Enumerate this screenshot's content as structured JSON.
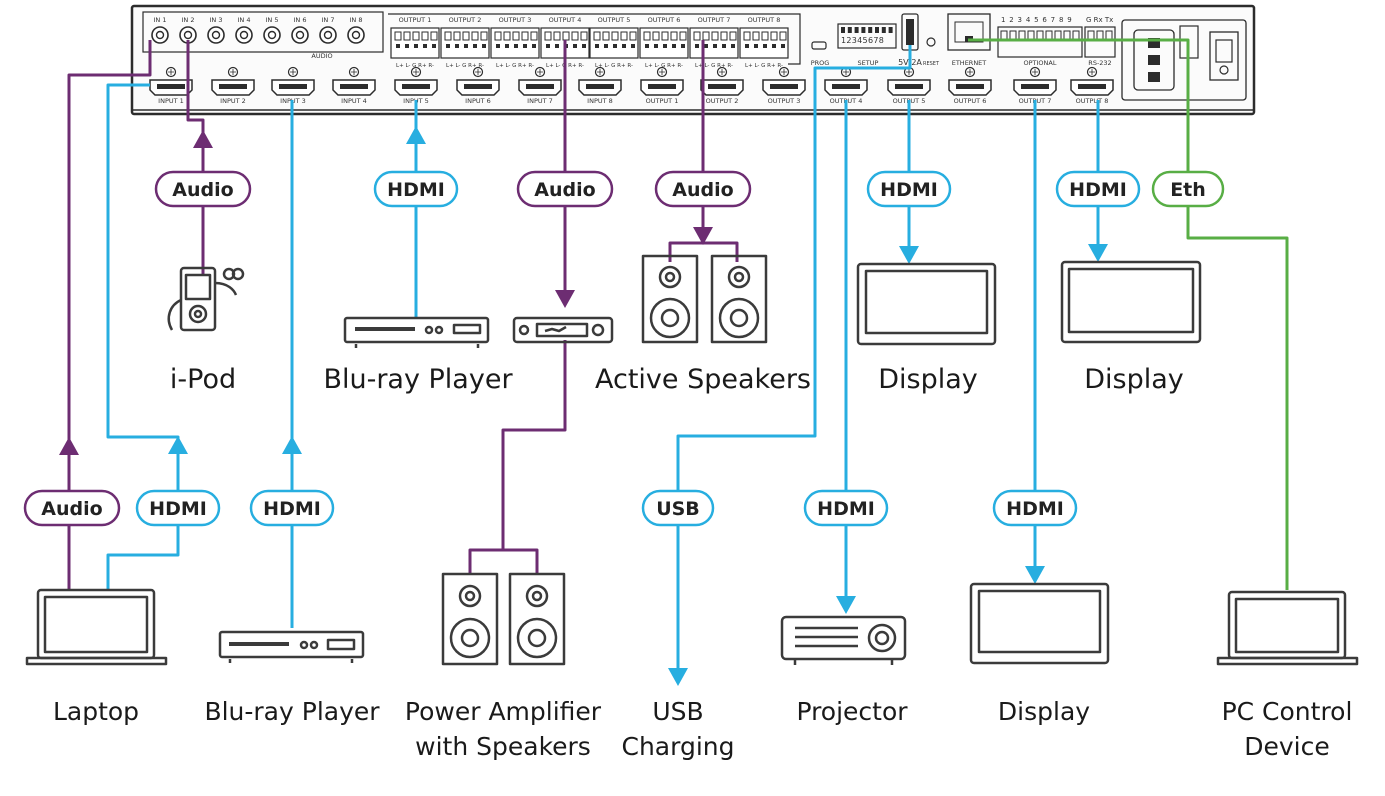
{
  "colors": {
    "audio": "#6d2d72",
    "hdmi": "#27aee0",
    "usb": "#27aee0",
    "eth": "#58ae45",
    "device": "#3b3b3b"
  },
  "panel": {
    "audio_in": [
      "IN 1",
      "IN 2",
      "IN 3",
      "IN 4",
      "IN 5",
      "IN 6",
      "IN 7",
      "IN 8"
    ],
    "audio_group_label": "AUDIO",
    "audio_out": [
      "OUTPUT 1",
      "OUTPUT 2",
      "OUTPUT 3",
      "OUTPUT 4",
      "OUTPUT 5",
      "OUTPUT 6",
      "OUTPUT 7",
      "OUTPUT 8"
    ],
    "terminal_pins": "L+ L- G R+ R-",
    "hdmi_ports": [
      "INPUT 1",
      "INPUT 2",
      "INPUT 3",
      "INPUT 4",
      "INPUT 5",
      "INPUT 6",
      "INPUT 7",
      "INPUT 8",
      "OUTPUT 1",
      "OUTPUT 2",
      "OUTPUT 3",
      "OUTPUT 4",
      "OUTPUT 5",
      "OUTPUT 6",
      "OUTPUT 7",
      "OUTPUT 8"
    ],
    "prog": "PROG",
    "setup": "SETUP",
    "dip_numbers": "12345678",
    "usb_power": "5V/2A",
    "reset": "RESET",
    "ethernet": "ETHERNET",
    "optional_pins": "1 2 3 4 5 6 7 8 9",
    "rs232_pins": "G Rx Tx",
    "optional": "OPTIONAL",
    "rs232": "RS-232"
  },
  "connections": {
    "c1": "Audio",
    "c2": "HDMI",
    "c3": "Audio",
    "c4": "Audio",
    "c5": "HDMI",
    "c6": "HDMI",
    "c7": "Eth",
    "c8": "Audio",
    "c9": "HDMI",
    "c10": "HDMI",
    "c11": "USB",
    "c12": "HDMI",
    "c13": "HDMI"
  },
  "devices": {
    "ipod": "i-Pod",
    "bluray_top": "Blu-ray Player",
    "speakers_top": "Active Speakers",
    "display_1": "Display",
    "display_2": "Display",
    "laptop": "Laptop",
    "bluray_bottom": "Blu-ray Player",
    "amp_line1": "Power Amplifier",
    "amp_line2": "with Speakers",
    "usb_line1": "USB",
    "usb_line2": "Charging",
    "projector": "Projector",
    "display_3": "Display",
    "pc_line1": "PC Control",
    "pc_line2": "Device"
  }
}
